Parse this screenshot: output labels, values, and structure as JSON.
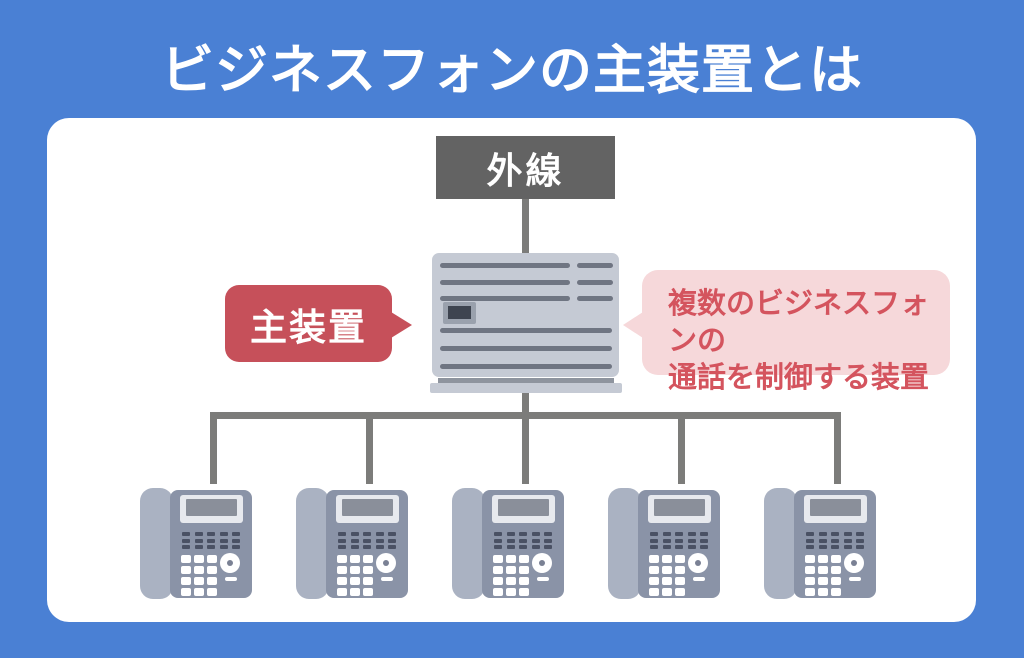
{
  "title": "ビジネスフォンの主装置とは",
  "diagram": {
    "external_line": {
      "label": "外線"
    },
    "main_unit": {
      "label": "主装置"
    },
    "description": {
      "line1": "複数のビジネスフォンの",
      "line2": "通話を制御する装置"
    },
    "phones": {
      "count": 5
    }
  },
  "colors": {
    "bg_blue": "#4a80d4",
    "card_white": "#ffffff",
    "box_dark_gray": "#636363",
    "line_gray": "#7c7c7a",
    "device_body": "#c5cad4",
    "device_slat": "#6f7582",
    "device_display_frame": "#9aa1ad",
    "device_display": "#3e4450",
    "device_base_strip": "#8e949e",
    "bubble_red": "#c6505a",
    "bubble_pink": "#f6d8da",
    "text_red": "#d4545e",
    "phone_body": "#8a93a7",
    "phone_handset": "#aab2c2",
    "phone_display_frame": "#e7e9ee",
    "phone_screen": "#8a8f9a",
    "phone_key_dark": "#4a5164",
    "phone_key_white": "#ffffff",
    "title_white": "#ffffff"
  }
}
